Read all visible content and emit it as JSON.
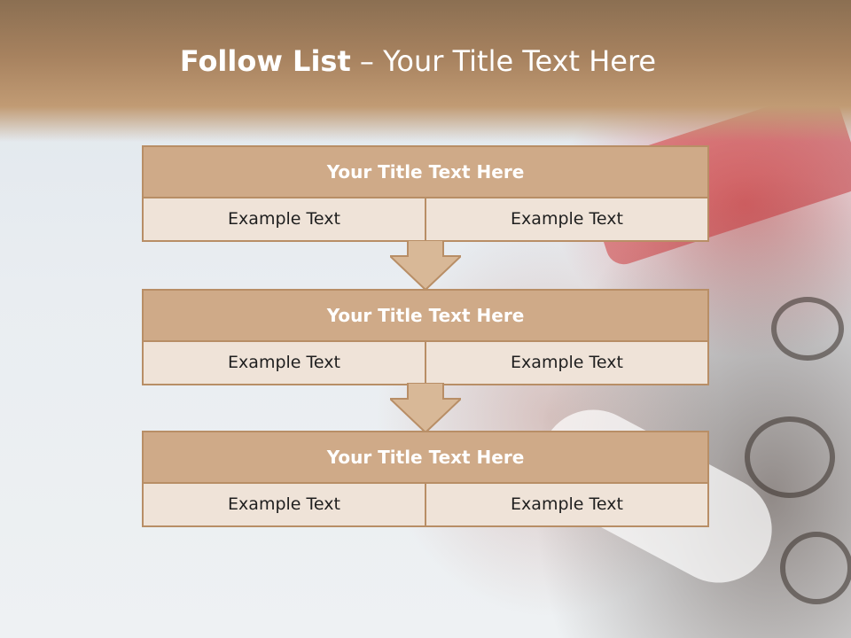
{
  "header": {
    "title_strong": "Follow List",
    "title_rest": " – Your Title Text Here"
  },
  "blocks": [
    {
      "title": "Your Title Text Here",
      "cells": [
        "Example Text",
        "Example Text"
      ]
    },
    {
      "title": "Your Title Text Here",
      "cells": [
        "Example Text",
        "Example Text"
      ]
    },
    {
      "title": "Your Title Text Here",
      "cells": [
        "Example Text",
        "Example Text"
      ]
    }
  ],
  "colors": {
    "header_brown": "#a7825f",
    "block_title_fill": "#cfaa88",
    "cell_fill": "#efe3d8",
    "border": "#b88e66",
    "arrow_fill": "#d8b897"
  },
  "icons": {
    "connector": "down-arrow-icon"
  }
}
